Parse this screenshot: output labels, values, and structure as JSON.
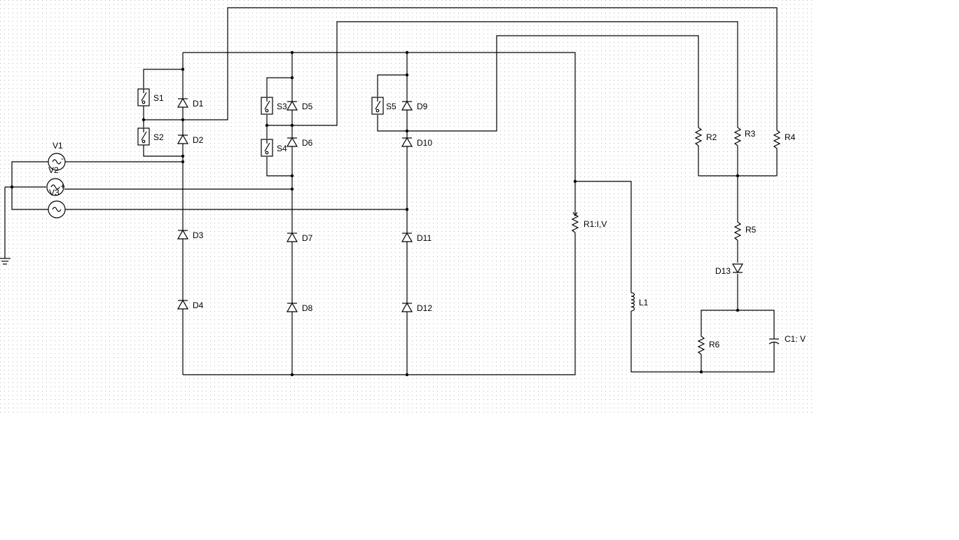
{
  "labels": {
    "v1": "V1",
    "v2": "V2",
    "v3": "V3",
    "s1": "S1",
    "s2": "S2",
    "s3": "S3",
    "s4": "S4",
    "s5": "S5",
    "d1": "D1",
    "d2": "D2",
    "d3": "D3",
    "d4": "D4",
    "d5": "D5",
    "d6": "D6",
    "d7": "D7",
    "d8": "D8",
    "d9": "D9",
    "d10": "D10",
    "d11": "D11",
    "d12": "D12",
    "d13": "D13",
    "r1": "R1:I,V",
    "r2": "R2",
    "r3": "R3",
    "r4": "R4",
    "r5": "R5",
    "r6": "R6",
    "l1": "L1",
    "c1": "C1: V"
  },
  "colors": {
    "wire": "#000000",
    "grid_dot": "#b8b8b8",
    "background": "#ffffff"
  }
}
